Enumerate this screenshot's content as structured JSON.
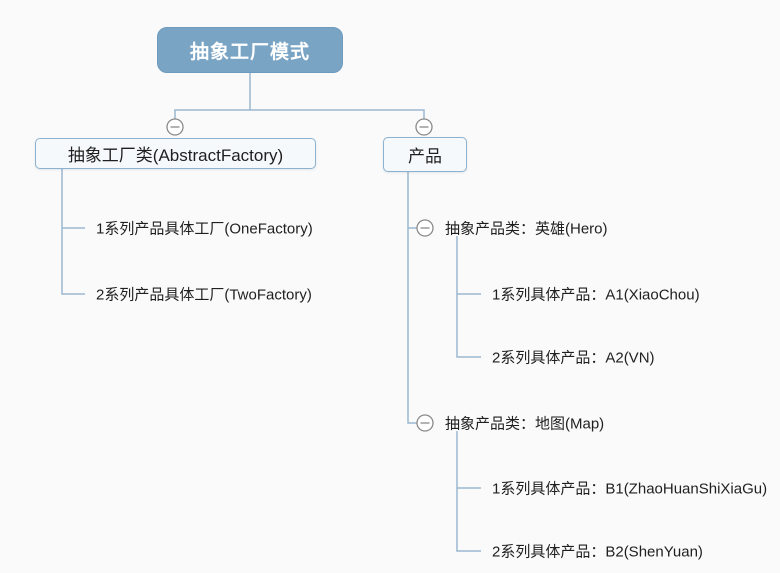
{
  "tree": {
    "root": {
      "label": "抽象工厂模式"
    },
    "branches": [
      {
        "label": "抽象工厂类(AbstractFactory)",
        "children": [
          {
            "label": "1系列产品具体工厂(OneFactory)"
          },
          {
            "label": "2系列产品具体工厂(TwoFactory)"
          }
        ]
      },
      {
        "label": "产品",
        "children": [
          {
            "label": "抽象产品类：英雄(Hero)",
            "children": [
              {
                "label": "1系列具体产品：A1(XiaoChou)"
              },
              {
                "label": "2系列具体产品：A2(VN)"
              }
            ]
          },
          {
            "label": "抽象产品类：地图(Map)",
            "children": [
              {
                "label": "1系列具体产品：B1(ZhaoHuanShiXiaGu)"
              },
              {
                "label": "2系列具体产品：B2(ShenYuan)"
              }
            ]
          }
        ]
      }
    ]
  },
  "icons": {
    "collapse": "minus-circle"
  },
  "colors": {
    "canvas_bg": "#fafafa",
    "root_fill": "#7aa4c4",
    "root_border": "#6d9abd",
    "root_text": "#ffffff",
    "box_fill": "#f5f9fc",
    "box_border": "#8db2d0",
    "line": "#9bb7d0",
    "text": "#1f1f1f",
    "collapse_icon": "#8a8a8a"
  }
}
